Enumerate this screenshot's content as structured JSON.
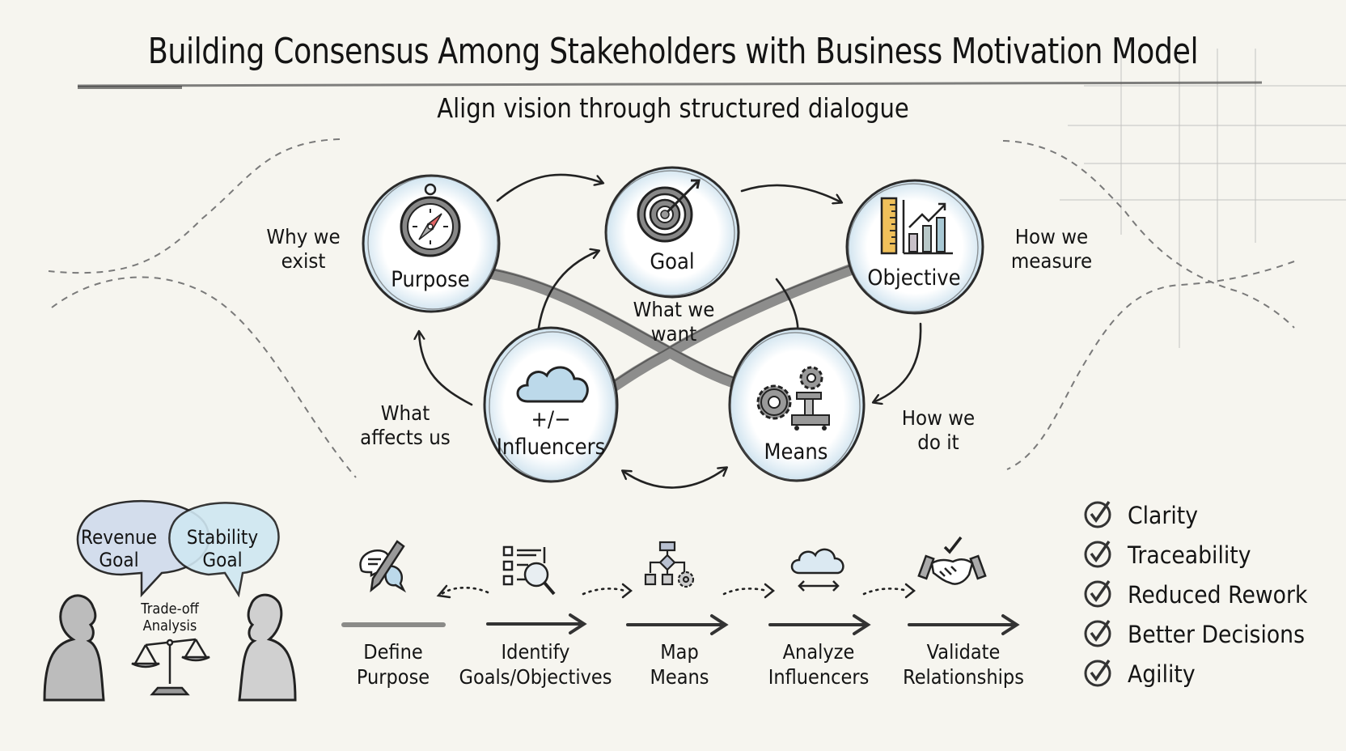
{
  "header": {
    "title": "Building Consensus Among Stakeholders with Business Motivation Model",
    "subtitle": "Align vision through structured dialogue"
  },
  "model": {
    "nodes": [
      {
        "id": "purpose",
        "label": "Purpose",
        "icon": "compass-icon",
        "annotation": "Why we exist"
      },
      {
        "id": "goal",
        "label": "Goal",
        "icon": "target-icon",
        "annotation": "What we want"
      },
      {
        "id": "objective",
        "label": "Objective",
        "icon": "ruler-chart-icon",
        "annotation": "How we measure"
      },
      {
        "id": "influencers",
        "label": "Influencers",
        "sublabel": "+/−",
        "icon": "cloud-icon",
        "annotation": "What affects us"
      },
      {
        "id": "means",
        "label": "Means",
        "icon": "gears-icon",
        "annotation": "How we do it"
      }
    ],
    "annotations": {
      "purpose_line1": "Why we",
      "purpose_line2": "exist",
      "goal_line1": "What we",
      "goal_line2": "want",
      "objective_line1": "How we",
      "objective_line2": "measure",
      "influencers_line1": "What",
      "influencers_line2": "affects us",
      "means_line1": "How we",
      "means_line2": "do it"
    }
  },
  "stakeholders": {
    "bubble_left_line1": "Revenue",
    "bubble_left_line2": "Goal",
    "bubble_right_line1": "Stability",
    "bubble_right_line2": "Goal",
    "tradeoff_line1": "Trade-off",
    "tradeoff_line2": "Analysis"
  },
  "process_steps": [
    {
      "line1": "Define",
      "line2": "Purpose",
      "icon": "chat-pencil-icon"
    },
    {
      "line1": "Identify",
      "line2": "Goals/Objectives",
      "icon": "list-magnifier-icon"
    },
    {
      "line1": "Map",
      "line2": "Means",
      "icon": "flowchart-gear-icon"
    },
    {
      "line1": "Analyze",
      "line2": "Influencers",
      "icon": "cloud-arrows-icon"
    },
    {
      "line1": "Validate",
      "line2": "Relationships",
      "icon": "handshake-check-icon"
    }
  ],
  "benefits": [
    {
      "label": "Clarity"
    },
    {
      "label": "Traceability"
    },
    {
      "label": "Reduced Rework"
    },
    {
      "label": "Better Decisions"
    },
    {
      "label": "Agility"
    }
  ],
  "colors": {
    "background": "#f6f5ef",
    "ink": "#141414",
    "accent_blue": "#bcd9ea",
    "compass_needle": "#e06464",
    "ruler_yellow": "#f0c05a"
  }
}
